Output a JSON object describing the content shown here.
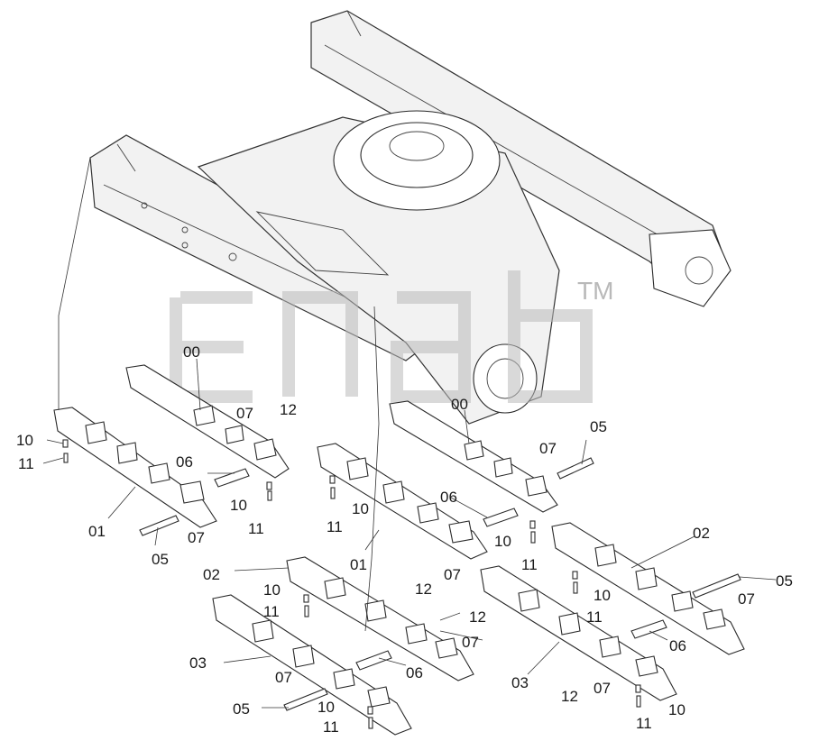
{
  "watermark": {
    "mark": "TM"
  },
  "callouts": {
    "c00a": "00",
    "c00b": "00",
    "c01a": "01",
    "c01b": "01",
    "c02a": "02",
    "c02b": "02",
    "c03a": "03",
    "c03b": "03",
    "c05a": "05",
    "c05b": "05",
    "c05c": "05",
    "c05d": "05",
    "c06a": "06",
    "c06b": "06",
    "c06c": "06",
    "c06d": "06",
    "c07a": "07",
    "c07b": "07",
    "c07c": "07",
    "c07d": "07",
    "c07e": "07",
    "c07f": "07",
    "c07g": "07",
    "c07h": "07",
    "c10a": "10",
    "c10b": "10",
    "c10c": "10",
    "c10d": "10",
    "c10e": "10",
    "c10f": "10",
    "c10g": "10",
    "c10h": "10",
    "c11a": "11",
    "c11b": "11",
    "c11c": "11",
    "c11d": "11",
    "c11e": "11",
    "c11f": "11",
    "c11g": "11",
    "c11h": "11",
    "c12a": "12",
    "c12b": "12",
    "c12c": "12",
    "c12d": "12"
  }
}
